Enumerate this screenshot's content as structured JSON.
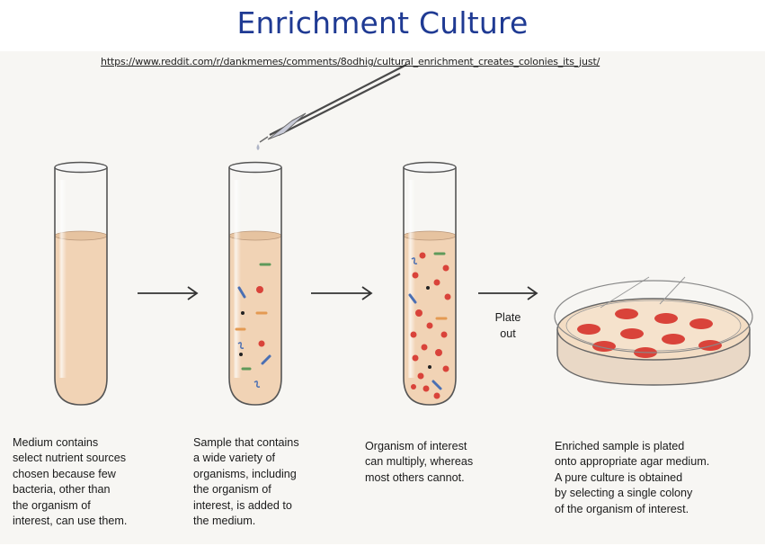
{
  "title": "Enrichment Culture",
  "source_url": "https://www.reddit.com/r/dankmemes/comments/8odhig/cultural_enrichment_creates_colonies_its_just/",
  "plate_label": "Plate\nout",
  "captions": [
    "Medium contains\nselect nutrient sources\nchosen because few\nbacteria, other than\nthe organism of\ninterest, can use them.",
    "Sample that contains\na wide variety of\norganisms, including\nthe organism of\ninterest, is added to\nthe medium.",
    "Organism of interest\ncan multiply, whereas\nmost others cannot.",
    "Enriched sample is plated\nonto appropriate agar medium.\nA pure culture is obtained\nby selecting a single colony\nof the organism of interest."
  ],
  "colors": {
    "title": "#1f3a93",
    "medium": "#f1d3b5",
    "colony": "#d9433a",
    "rod_blue": "#4a6fb3",
    "rod_green": "#5f9a5a",
    "rod_orange": "#e49a52"
  }
}
